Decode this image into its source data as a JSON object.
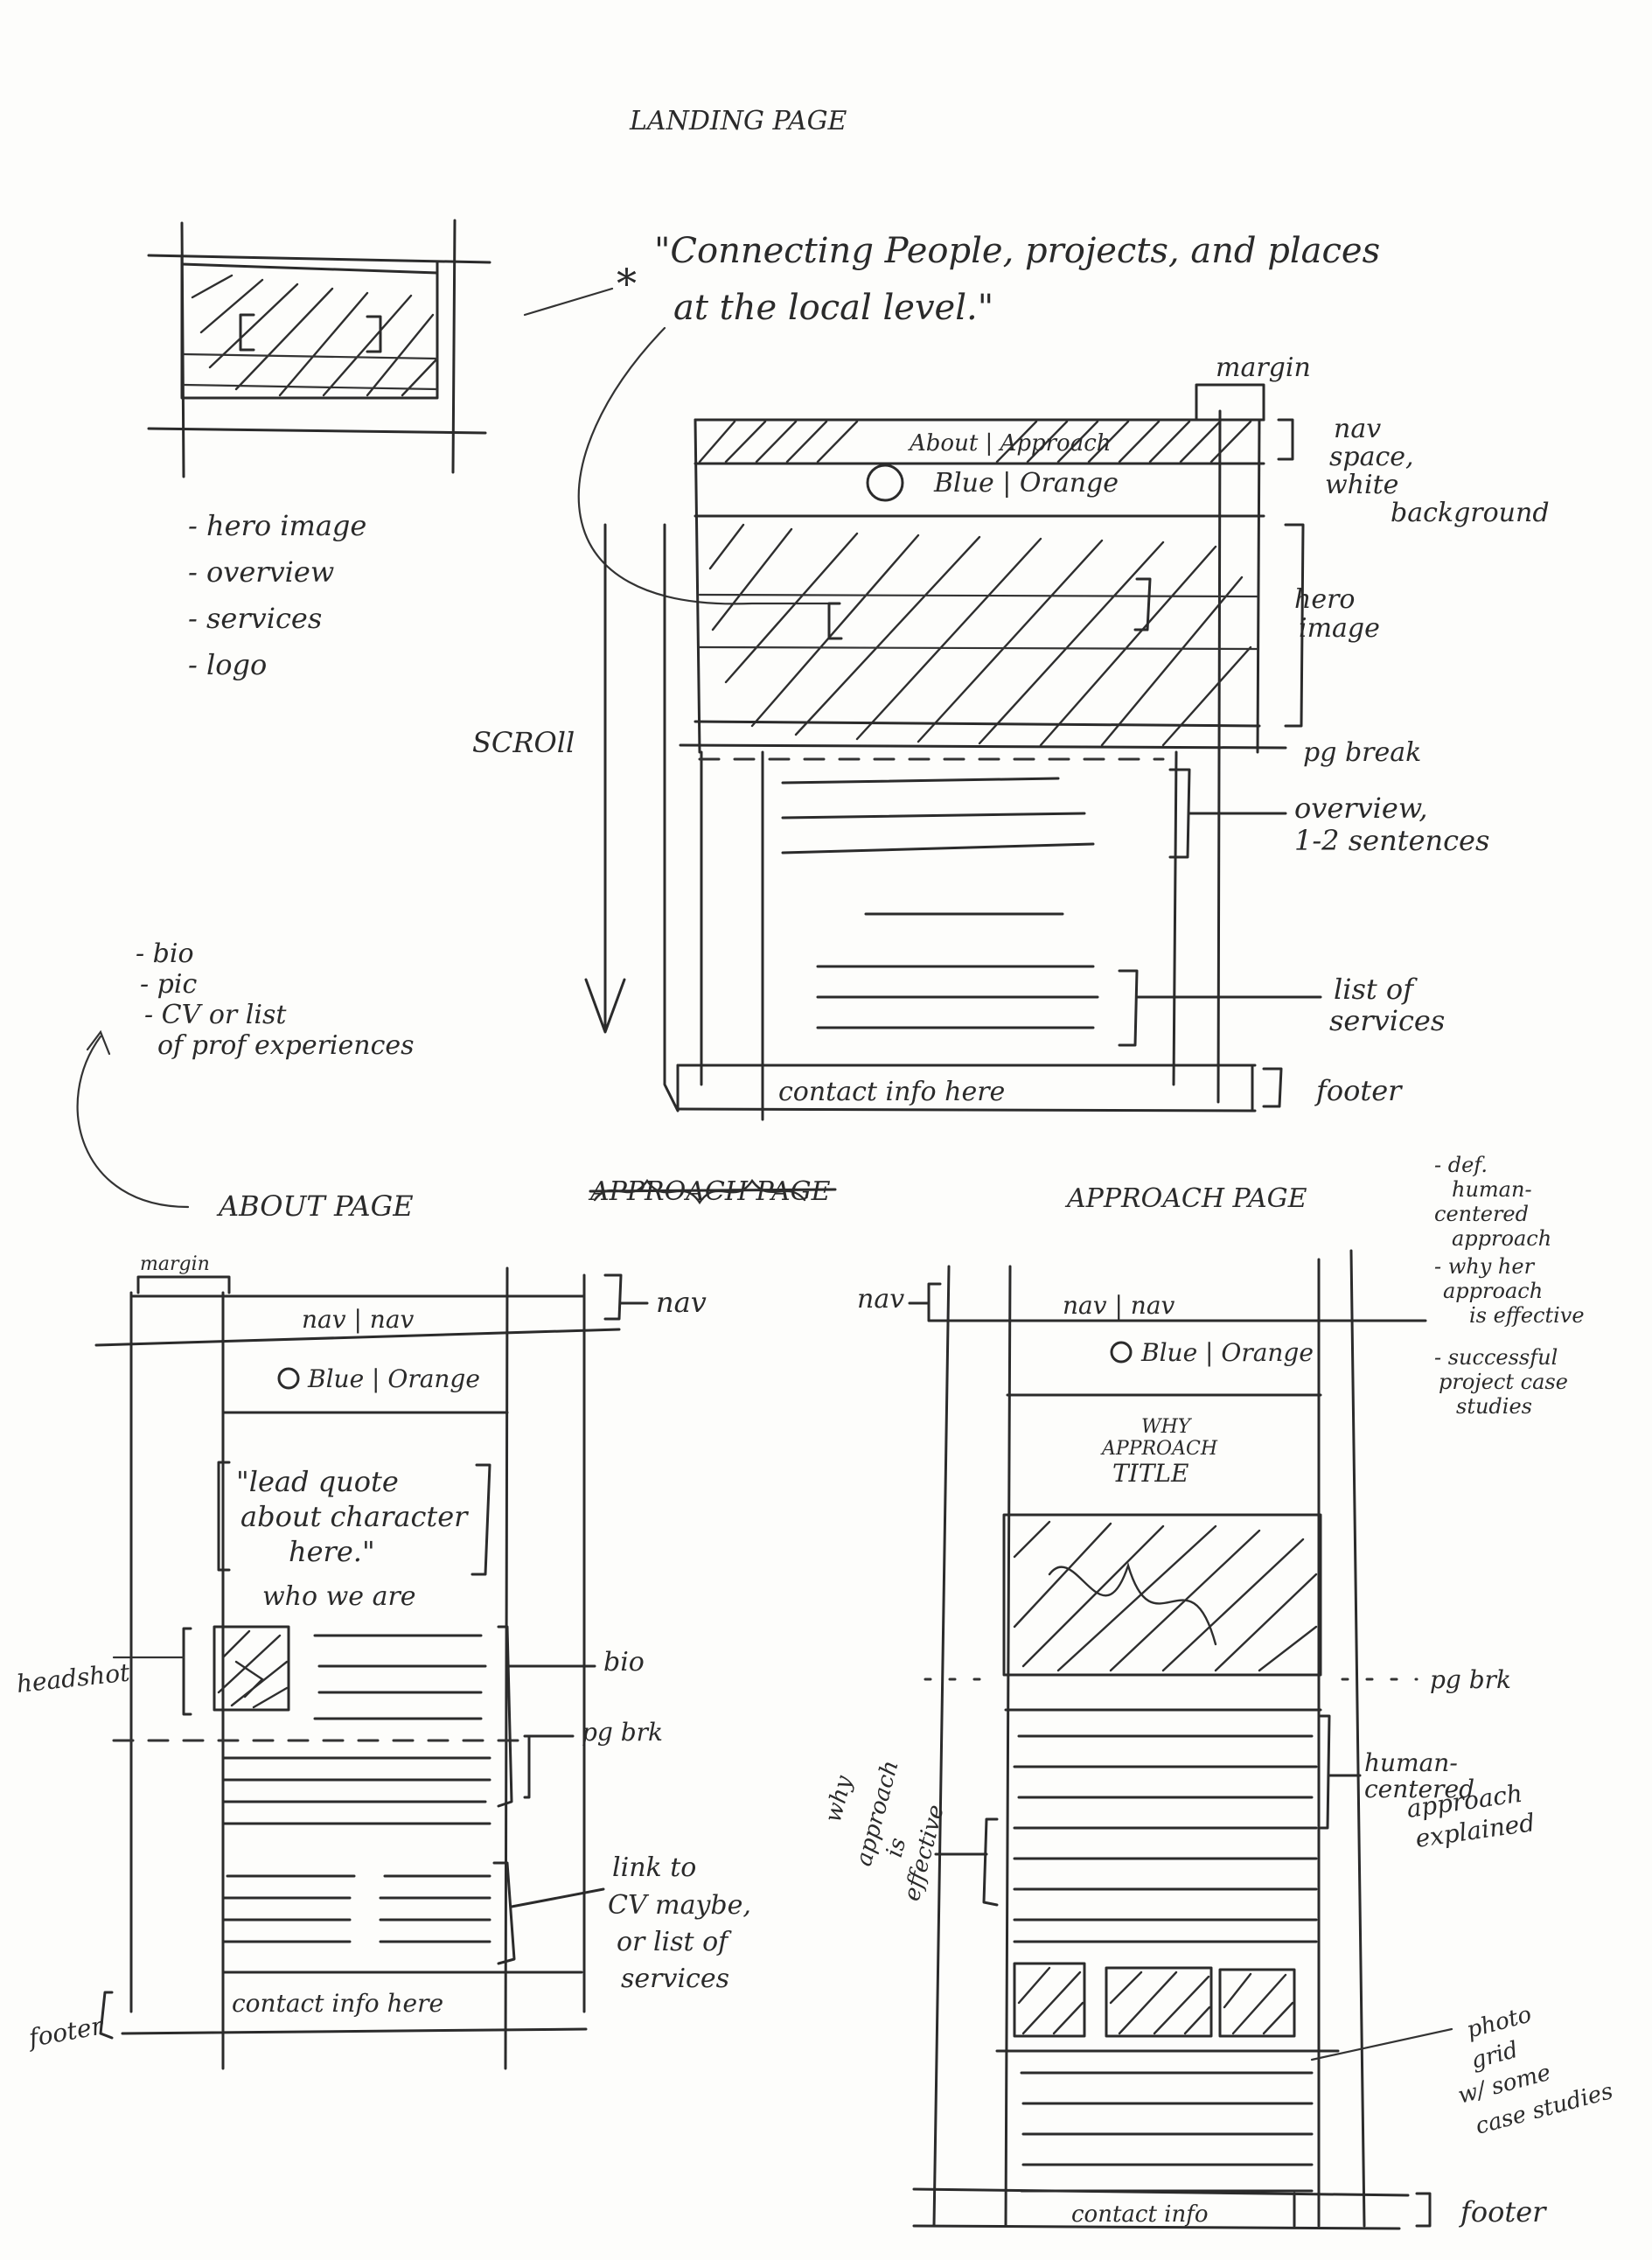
{
  "landing": {
    "title": "LANDING PAGE",
    "tagline": [
      "\"Connecting People, projects, and places",
      "at the local level.\""
    ],
    "margin": "margin",
    "nav_text": "About | Approach",
    "logo_text": "Blue | Orange",
    "nav_note": [
      "nav",
      "space,",
      "white",
      "background"
    ],
    "hero_note": [
      "hero",
      "image"
    ],
    "scroll": "SCROll",
    "pg_break": "pg break",
    "overview_note": [
      "overview,",
      "1-2 sentences"
    ],
    "services_note": [
      "list of",
      "services"
    ],
    "footer_text": "contact info here",
    "footer_note": "footer",
    "elements": [
      "- hero image",
      "- overview",
      "- services",
      "- logo"
    ]
  },
  "about_notes": [
    "- bio",
    "- pic",
    "- CV or list",
    "of prof experiences"
  ],
  "crossed_word": "APPROACH PAGE",
  "about": {
    "title": "ABOUT PAGE",
    "margin": "margin",
    "nav_text": "nav | nav",
    "nav_note": "nav",
    "logo_text": "Blue | Orange",
    "quote": [
      "\"lead quote",
      "about character",
      "here.\""
    ],
    "who": "who we are",
    "headshot": "headshot",
    "bio": "bio",
    "pg_break": "pg brk",
    "cv_note": [
      "link to",
      "CV maybe,",
      "or list of",
      "services"
    ],
    "footer_text": "contact info here",
    "footer_note": "footer"
  },
  "approach": {
    "title": "APPROACH PAGE",
    "nav_note": "nav",
    "nav_text": "nav | nav",
    "logo_text": "Blue | Orange",
    "why_title": [
      "WHY",
      "APPROACH",
      "TITLE"
    ],
    "pg_break": "pg brk",
    "human_note": [
      "human-",
      "centered",
      "approach",
      "explained"
    ],
    "why_note": [
      "why",
      "approach",
      "is",
      "effective"
    ],
    "photo_note": [
      "photo",
      "grid",
      "w/ some",
      "case studies"
    ],
    "footer_text": "contact info",
    "footer_note": "footer",
    "side_notes": [
      "- def.",
      "human-",
      "centered",
      "approach",
      "- why her",
      "approach",
      "is effective",
      "- successful",
      "project case",
      "studies"
    ]
  }
}
